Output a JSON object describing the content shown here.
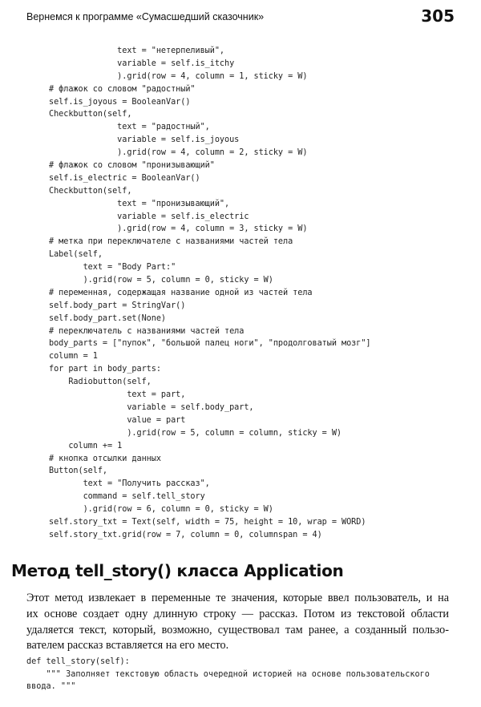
{
  "header": {
    "running_title": "Вернемся к программе «Сумасшедший сказочник»",
    "page_number": "305"
  },
  "code_block": {
    "lines": [
      "              text = \"нетерпеливый\",",
      "              variable = self.is_itchy",
      "              ).grid(row = 4, column = 1, sticky = W)",
      "# флажок со словом \"радостный\"",
      "self.is_joyous = BooleanVar()",
      "Checkbutton(self,",
      "              text = \"радостный\",",
      "              variable = self.is_joyous",
      "              ).grid(row = 4, column = 2, sticky = W)",
      "# флажок со словом \"пронизывающий\"",
      "self.is_electric = BooleanVar()",
      "Checkbutton(self,",
      "              text = \"пронизывающий\",",
      "              variable = self.is_electric",
      "              ).grid(row = 4, column = 3, sticky = W)",
      "# метка при переключателе с названиями частей тела",
      "Label(self,",
      "       text = \"Body Part:\"",
      "       ).grid(row = 5, column = 0, sticky = W)",
      "# переменная, содержащая название одной из частей тела",
      "self.body_part = StringVar()",
      "self.body_part.set(None)",
      "# переключатель с названиями частей тела",
      "body_parts = [\"пупок\", \"большой палец ноги\", \"продолговатый мозг\"]",
      "column = 1",
      "for part in body_parts:",
      "    Radiobutton(self,",
      "                text = part,",
      "                variable = self.body_part,",
      "                value = part",
      "                ).grid(row = 5, column = column, sticky = W)",
      "    column += 1",
      "# кнопка отсылки данных",
      "Button(self,",
      "       text = \"Получить рассказ\",",
      "       command = self.tell_story",
      "       ).grid(row = 6, column = 0, sticky = W)",
      "self.story_txt = Text(self, width = 75, height = 10, wrap = WORD)",
      "self.story_txt.grid(row = 7, column = 0, columnspan = 4)"
    ]
  },
  "section": {
    "title": "Метод tell_story() класса Application",
    "paragraph_lines": [
      "Этот метод извлекает в переменные те значения, которые ввел пользователь, и на",
      "их основе создает одну длинную строку — рассказ. Потом из текстовой области",
      "удаляется текст, который, возможно, существовал там ранее, а созданный пользо-",
      "вателем рассказ вставляется на его место."
    ]
  },
  "code_block_2": {
    "lines": [
      "def tell_story(self):",
      "    \"\"\" Заполняет текстовую область очередной историей на основе пользовательского",
      "ввода. \"\"\""
    ]
  }
}
